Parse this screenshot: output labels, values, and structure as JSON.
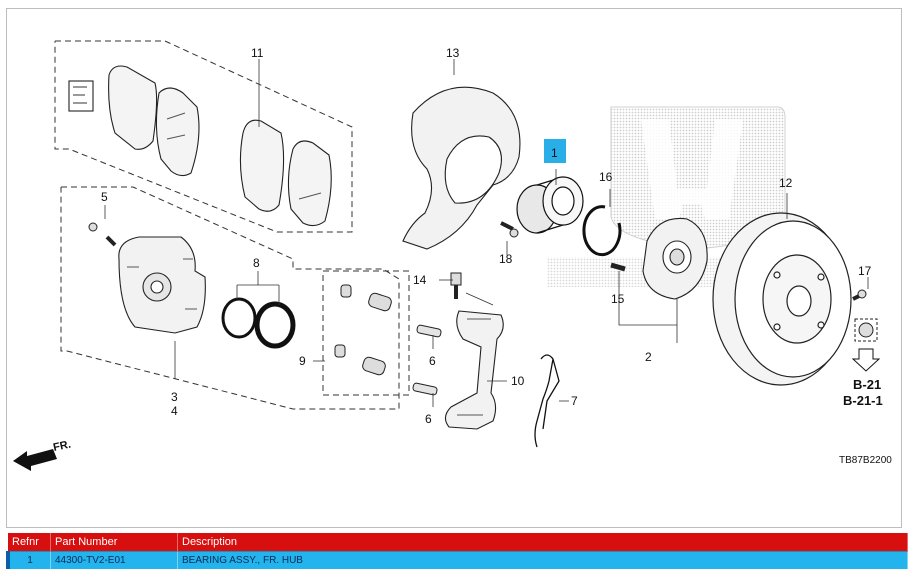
{
  "diagram": {
    "callouts": {
      "c1": "1",
      "c2": "2",
      "c3": "3",
      "c4": "4",
      "c5": "5",
      "c6a": "6",
      "c6b": "6",
      "c7": "7",
      "c8": "8",
      "c9": "9",
      "c10": "10",
      "c11": "11",
      "c12": "12",
      "c13": "13",
      "c14": "14",
      "c15": "15",
      "c16": "16",
      "c17": "17",
      "c18": "18"
    },
    "highlighted_callout": "1",
    "direction_label": "FR.",
    "nav_ref_1": "B-21",
    "nav_ref_2": "B-21-1",
    "diagram_code": "TB87B2200",
    "colors": {
      "highlight": "#29aee8",
      "watermark": "#d6d6d6"
    }
  },
  "table": {
    "headers": {
      "refnr": "Refnr",
      "part_number": "Part Number",
      "description": "Description"
    },
    "rows": [
      {
        "refnr": "1",
        "part_number": "44300-TV2-E01",
        "description": "BEARING ASSY., FR. HUB"
      }
    ],
    "colors": {
      "header_bg": "#d80f0f",
      "row_bg": "#23b4ee"
    }
  }
}
